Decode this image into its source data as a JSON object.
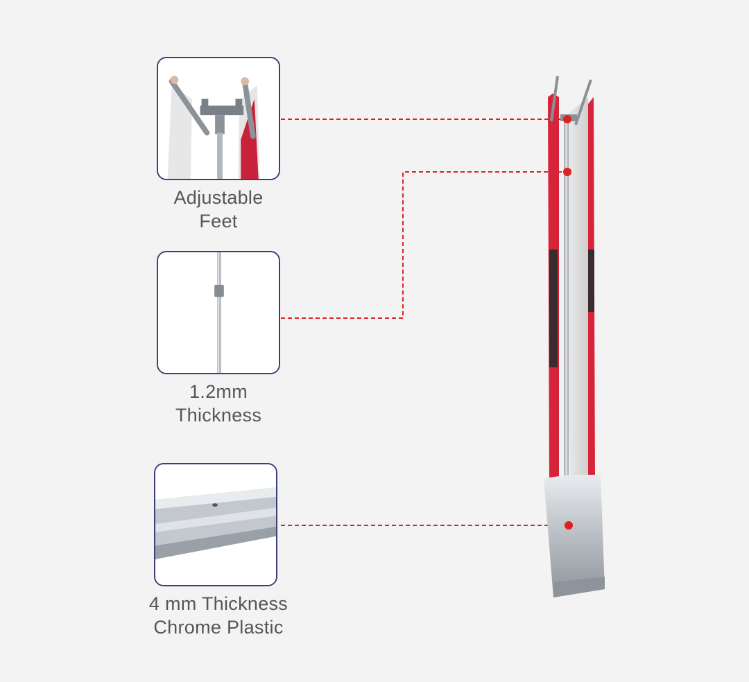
{
  "features": [
    {
      "id": "feet",
      "caption_lines": [
        "Adjustable",
        "Feet"
      ],
      "icon": "adjustable-feet-photo"
    },
    {
      "id": "pole",
      "caption_lines": [
        "1.2mm",
        "Thickness"
      ],
      "icon": "pole-photo"
    },
    {
      "id": "base",
      "caption_lines": [
        "4 mm Thickness",
        "Chrome Plastic"
      ],
      "icon": "chrome-base-photo"
    }
  ],
  "colors": {
    "frame_border": "#3d3f78",
    "callout_line": "#e02020",
    "caption_text": "#555555",
    "banner_red": "#d8243a",
    "background": "#f3f3f3"
  }
}
